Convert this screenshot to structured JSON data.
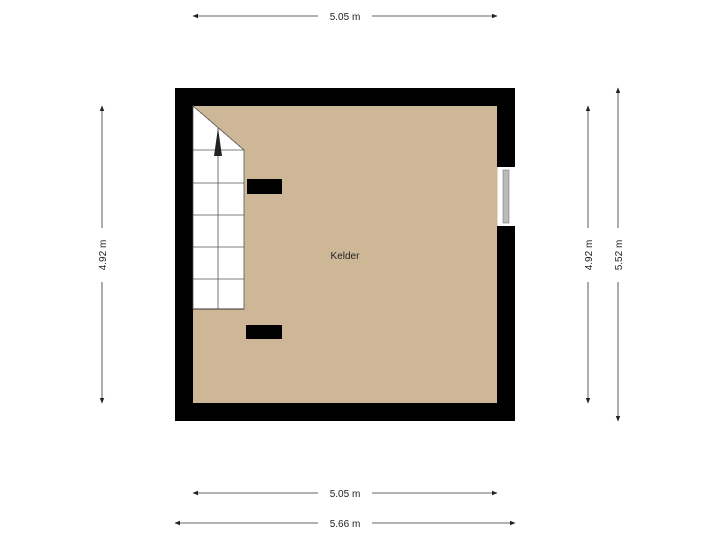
{
  "floorplan": {
    "room": {
      "name": "Kelder",
      "floor_color": "#cdb797"
    },
    "wall_color": "#000000",
    "stairs": {
      "fill": "#ffffff",
      "line_color": "#555555",
      "steps": 5,
      "direction": "up"
    },
    "window": {
      "side": "right",
      "fill": "#bbbbbb"
    },
    "dimensions": {
      "top_width": "5.05 m",
      "bottom_inner_width": "5.05 m",
      "bottom_outer_width": "5.66 m",
      "left_inner_height": "4.92 m",
      "right_inner_height": "4.92 m",
      "right_outer_height": "5.52 m"
    },
    "dimension_line_color": "#333333"
  }
}
